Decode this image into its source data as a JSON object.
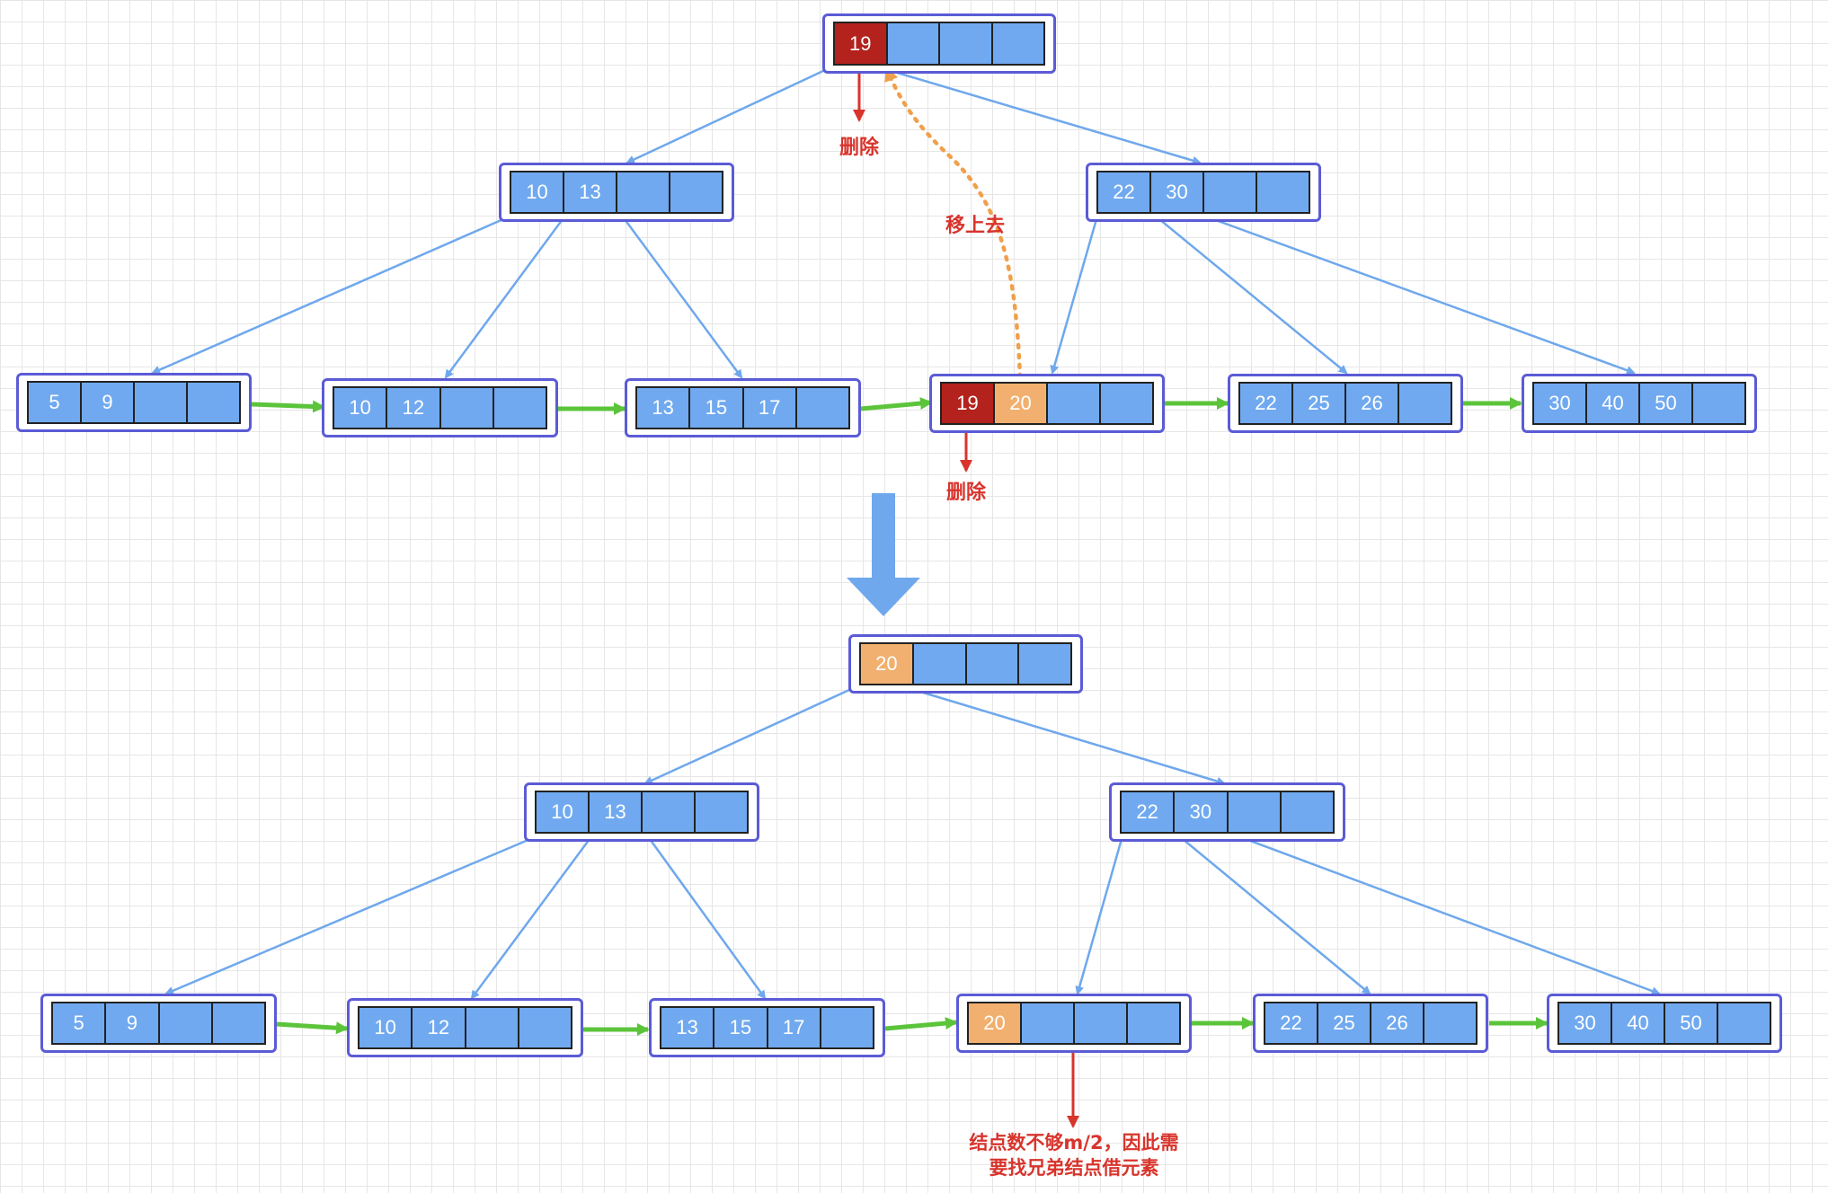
{
  "top_diagram": {
    "root": [
      "19",
      "",
      "",
      ""
    ],
    "left_internal": [
      "10",
      "13",
      "",
      ""
    ],
    "right_internal": [
      "22",
      "30",
      "",
      ""
    ],
    "leaves": [
      [
        "5",
        "9",
        "",
        ""
      ],
      [
        "10",
        "12",
        "",
        ""
      ],
      [
        "13",
        "15",
        "17",
        ""
      ],
      [
        "19",
        "20",
        "",
        ""
      ],
      [
        "22",
        "25",
        "26",
        ""
      ],
      [
        "30",
        "40",
        "50",
        ""
      ]
    ],
    "delete_label_root": "删除",
    "move_up_label": "移上去",
    "delete_label_leaf": "删除"
  },
  "bottom_diagram": {
    "root": [
      "20",
      "",
      "",
      ""
    ],
    "left_internal": [
      "10",
      "13",
      "",
      ""
    ],
    "right_internal": [
      "22",
      "30",
      "",
      ""
    ],
    "leaves": [
      [
        "5",
        "9",
        "",
        ""
      ],
      [
        "10",
        "12",
        "",
        ""
      ],
      [
        "13",
        "15",
        "17",
        ""
      ],
      [
        "20",
        "",
        "",
        ""
      ],
      [
        "22",
        "25",
        "26",
        ""
      ],
      [
        "30",
        "40",
        "50",
        ""
      ]
    ],
    "note_line1": "结点数不够m/2，因此需",
    "note_line2": "要找兄弟结点借元素"
  },
  "colors": {
    "cell": "#70a9ef",
    "deleted_key": "#b3221c",
    "moved_key": "#f1b06f",
    "node_border": "#5b5bd6",
    "edge": "#6fa8ec",
    "leaf_link": "#5bc43a",
    "annotation": "#d8342c"
  }
}
